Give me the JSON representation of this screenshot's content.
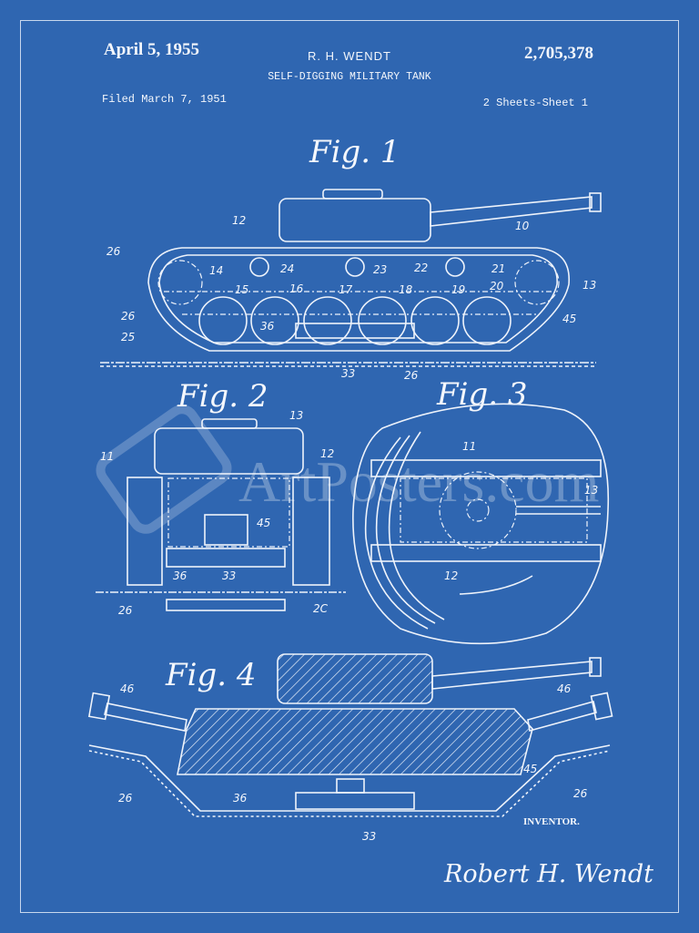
{
  "header": {
    "date": "April 5, 1955",
    "inventor": "R. H. WENDT",
    "patent_number": "2,705,378",
    "title": "SELF-DIGGING MILITARY TANK",
    "filed": "Filed March 7, 1951",
    "sheets": "2 Sheets-Sheet 1"
  },
  "fig1": {
    "label": "Fig. 1",
    "refs": [
      "12",
      "10",
      "26",
      "14",
      "24",
      "23",
      "22",
      "21",
      "13",
      "15",
      "16",
      "17",
      "18",
      "19",
      "20",
      "26",
      "45",
      "25",
      "36",
      "33",
      "26"
    ]
  },
  "fig2": {
    "label": "Fig. 2",
    "refs": [
      "13",
      "11",
      "12",
      "45",
      "36",
      "33",
      "26",
      "2C"
    ]
  },
  "fig3": {
    "label": "Fig. 3",
    "refs": [
      "11",
      "13",
      "12"
    ]
  },
  "fig4": {
    "label": "Fig. 4",
    "refs": [
      "46",
      "46",
      "45",
      "26",
      "26",
      "36",
      "33"
    ]
  },
  "footer": {
    "inventor_caption": "INVENTOR.",
    "signature": "Robert H. Wendt"
  },
  "watermark": "ArtPosters.com",
  "colors": {
    "background": "#2f66b1",
    "ink": "#eef3fb"
  }
}
